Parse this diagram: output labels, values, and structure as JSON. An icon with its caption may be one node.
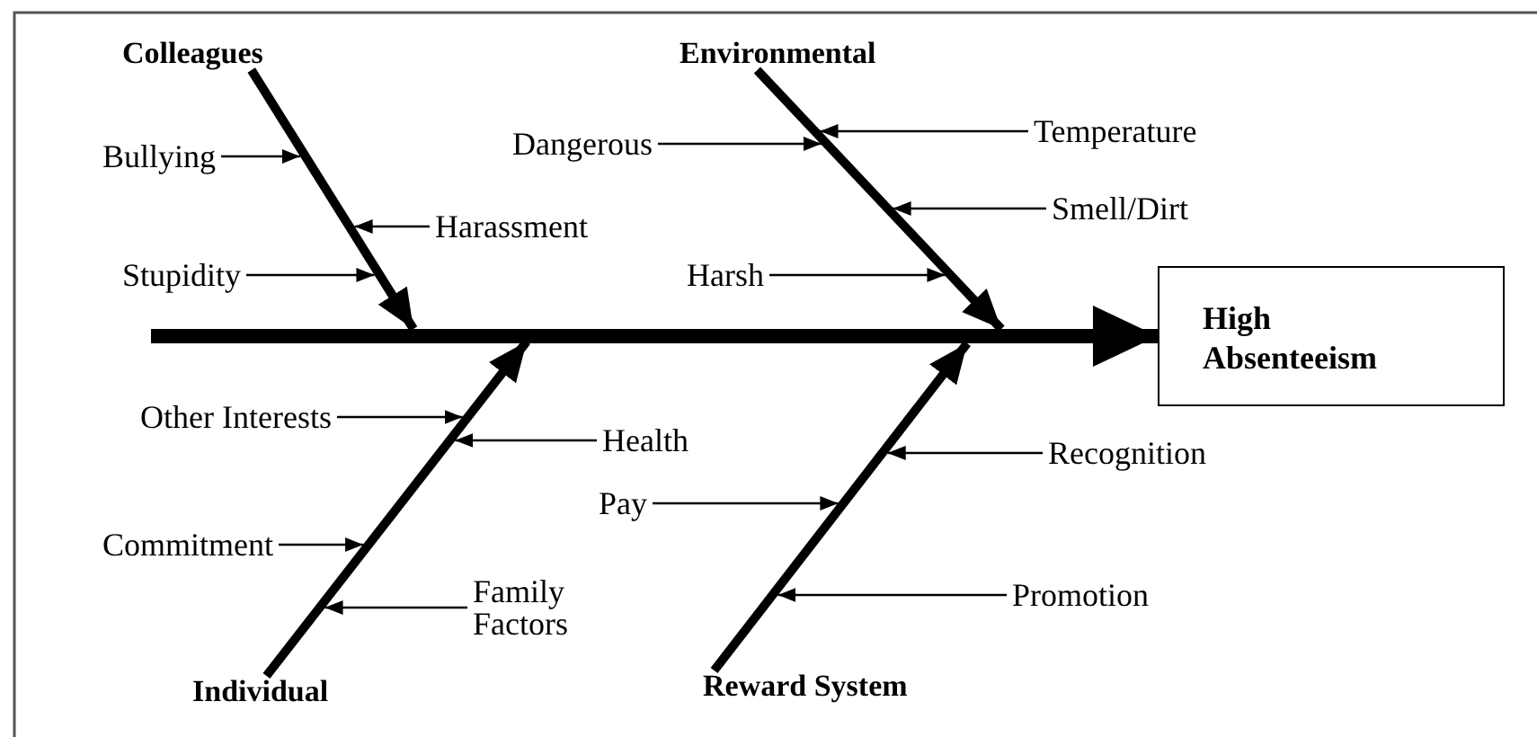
{
  "diagram": {
    "nodes": [
      {
        "text": [
          "Colleagues"
        ]
      },
      {
        "text": [
          "Environmental"
        ]
      },
      {
        "text": [
          "Bullying"
        ]
      },
      {
        "text": [
          "Dangerous"
        ]
      },
      {
        "text": [
          "Temperature"
        ]
      },
      {
        "text": [
          "Harassment"
        ]
      },
      {
        "text": [
          "Smell/Dirt"
        ]
      },
      {
        "text": [
          "Stupidity"
        ]
      },
      {
        "text": [
          "Harsh"
        ]
      },
      {
        "text": [
          "High Absenteeism"
        ]
      },
      {
        "text": [
          "Other Interests"
        ]
      },
      {
        "text": [
          "Health"
        ]
      },
      {
        "text": [
          "Recognition"
        ]
      },
      {
        "text": [
          "Pay"
        ]
      },
      {
        "text": [
          "Commitment"
        ]
      },
      {
        "text": [
          "Promotion"
        ]
      },
      {
        "text": [
          "Family Factors"
        ]
      },
      {
        "text": [
          "Individual"
        ]
      },
      {
        "text": [
          "Reward System"
        ]
      }
    ],
    "edges": [
      {
        "from": null,
        "to": 9,
        "arrow": "to",
        "style": "thick"
      },
      {
        "from": 0,
        "to": null,
        "arrow": "to",
        "style": "thick"
      },
      {
        "from": 1,
        "to": null,
        "arrow": "to",
        "style": "thick"
      },
      {
        "from": 17,
        "to": null,
        "arrow": "to",
        "style": "thick"
      },
      {
        "from": 18,
        "to": null,
        "arrow": "to",
        "style": "thick"
      },
      {
        "from": 2,
        "to": null,
        "arrow": "to"
      },
      {
        "from": 5,
        "to": null,
        "arrow": "to"
      },
      {
        "from": 7,
        "to": null,
        "arrow": "to"
      },
      {
        "from": 3,
        "to": null,
        "arrow": "to"
      },
      {
        "from": 4,
        "to": null,
        "arrow": "to"
      },
      {
        "from": 6,
        "to": null,
        "arrow": "to"
      },
      {
        "from": 8,
        "to": null,
        "arrow": "to"
      },
      {
        "from": 10,
        "to": null,
        "arrow": "to"
      },
      {
        "from": 11,
        "to": null,
        "arrow": "to"
      },
      {
        "from": 14,
        "to": null,
        "arrow": "to"
      },
      {
        "from": 16,
        "to": null,
        "arrow": "to"
      },
      {
        "from": 13,
        "to": null,
        "arrow": "to"
      },
      {
        "from": 12,
        "to": null,
        "arrow": "to"
      },
      {
        "from": 15,
        "to": null,
        "arrow": "to"
      }
    ]
  }
}
